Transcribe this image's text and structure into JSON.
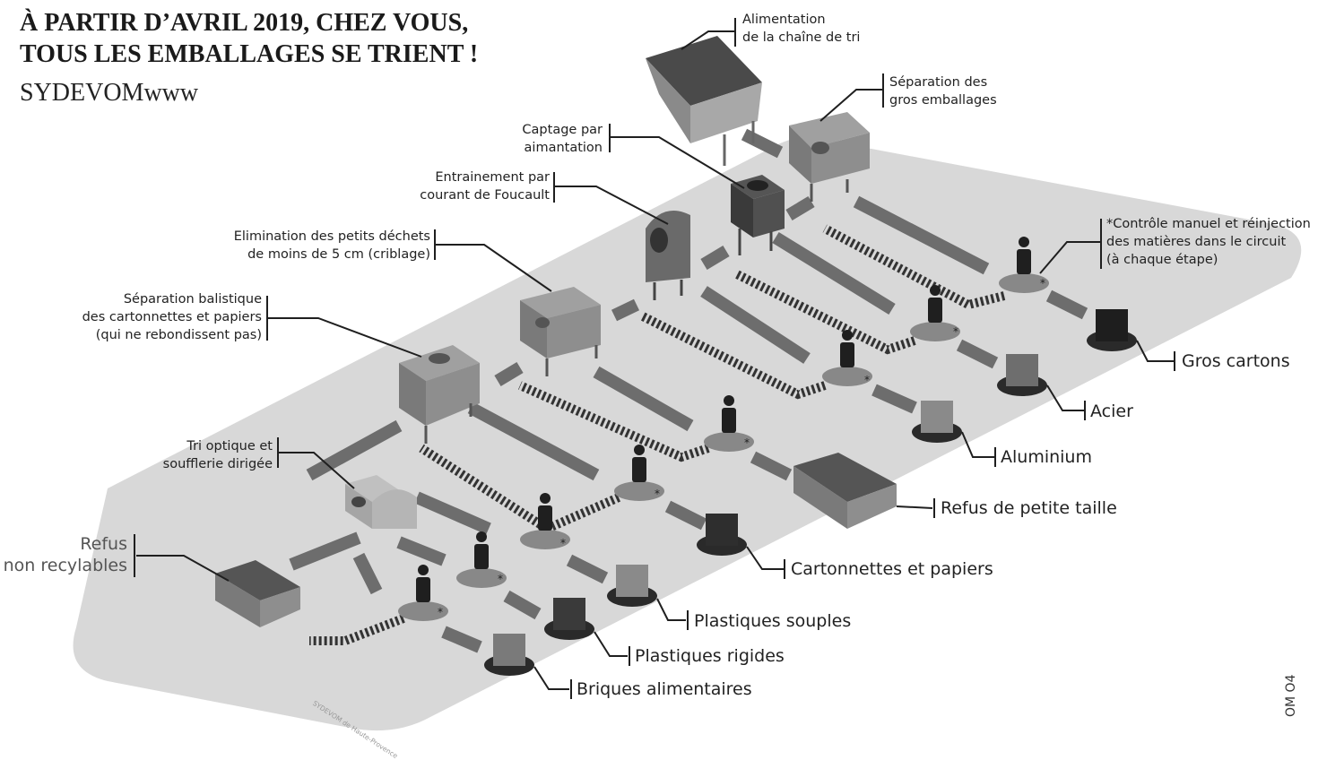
{
  "header": {
    "title_line1": "À PARTIR D’AVRIL 2019, CHEZ VOUS,",
    "title_line2": "TOUS LES EMBALLAGES SE TRIENT !",
    "brand": "SYDEVOMwww"
  },
  "steps": {
    "alimentation": [
      "Alimentation",
      "de la chaîne de tri"
    ],
    "gros_emballages": [
      "Séparation des",
      "gros emballages"
    ],
    "aimantation": [
      "Captage par",
      "aimantation"
    ],
    "foucault": [
      "Entrainement par",
      "courant de Foucault"
    ],
    "criblage": [
      "Elimination des petits déchets",
      "de moins de 5 cm (criblage)"
    ],
    "balistique": [
      "Séparation balistique",
      "des cartonnettes et papiers",
      "(qui ne rebondissent pas)"
    ],
    "optique": [
      "Tri optique et",
      "soufflerie dirigée"
    ],
    "controle": [
      "*Contrôle manuel et réinjection",
      "des matières dans le circuit",
      "(à chaque étape)"
    ]
  },
  "outputs": {
    "gros_cartons": "Gros cartons",
    "acier": "Acier",
    "aluminium": "Aluminium",
    "refus_petite_taille": "Refus de petite taille",
    "cartonnettes": "Cartonnettes et papiers",
    "plastiques_souples": "Plastiques souples",
    "plastiques_rigides": "Plastiques rigides",
    "briques": "Briques alimentaires"
  },
  "refus": [
    "Refus",
    "non recylables"
  ],
  "check_symbol": "*",
  "credit": "SYDEVOM de Haute-Provence",
  "side_code": "OM O4",
  "colors": {
    "floor": "#d6d6d6",
    "machine": "#8a8a8a",
    "machine_dark": "#3a3a3a",
    "arrow": "#6d6d6d",
    "ink": "#1f1f1f"
  }
}
